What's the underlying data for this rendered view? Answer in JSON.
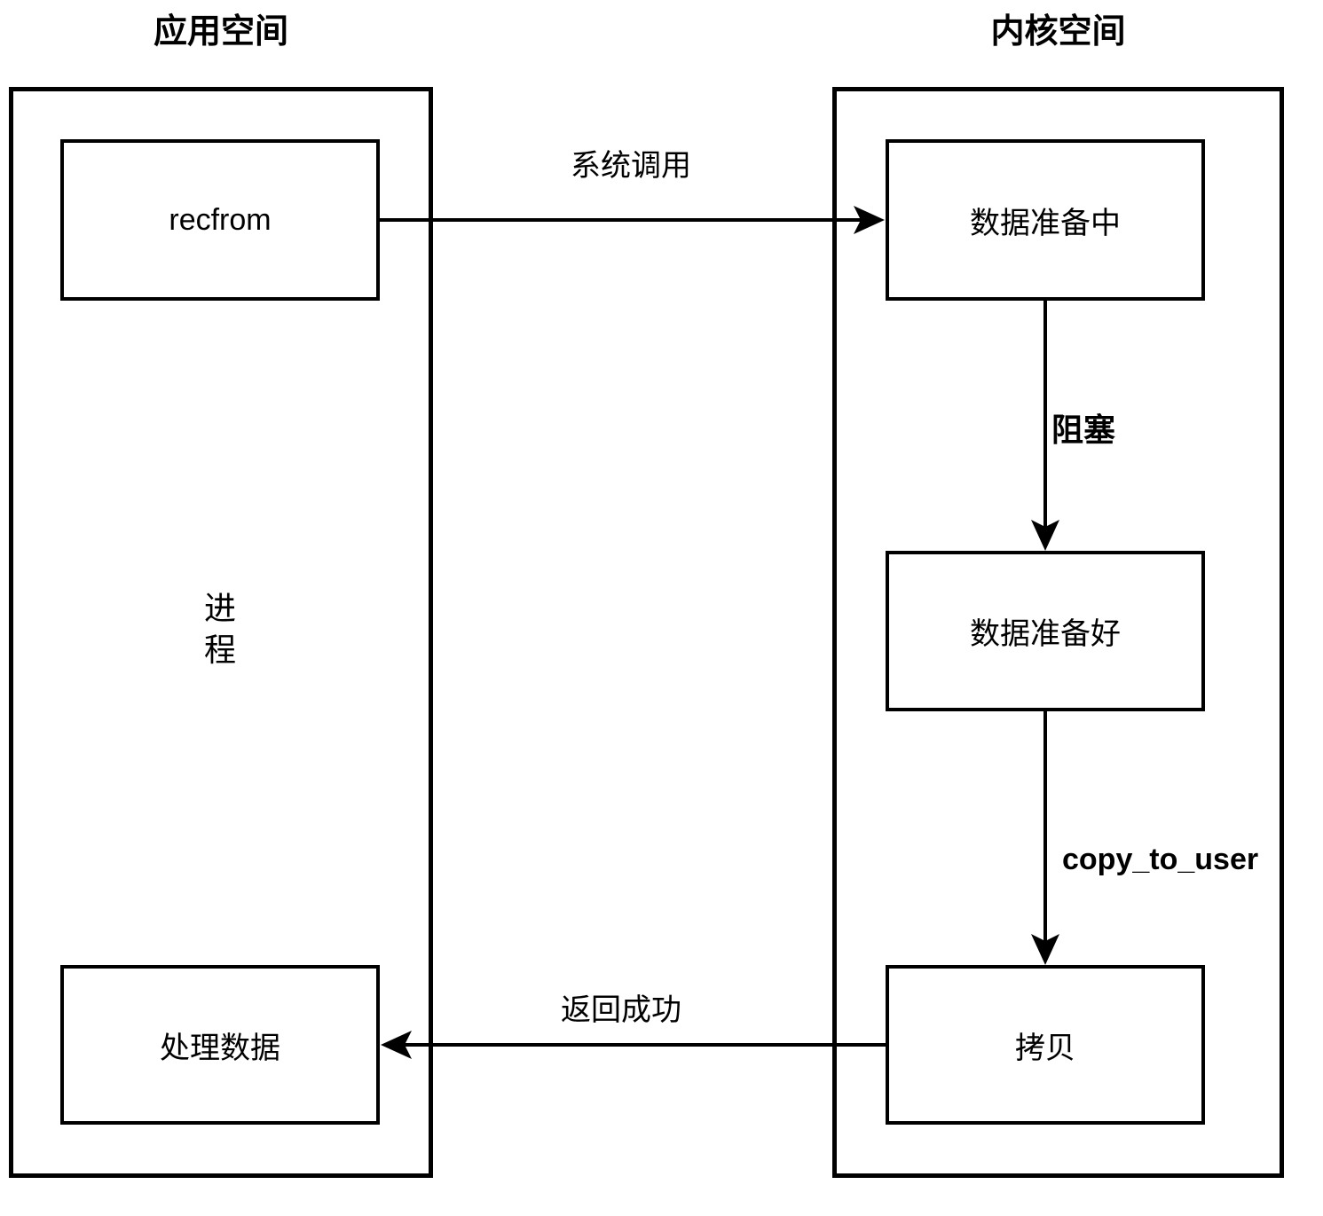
{
  "colors": {
    "ink": "#000000",
    "background": "#ffffff"
  },
  "left_region": {
    "title": "应用空间",
    "recfrom_box": {
      "label": "recfrom"
    },
    "process_data_box": {
      "label": "处理数据"
    },
    "process_label": {
      "char_top": "进",
      "char_bottom": "程"
    }
  },
  "right_region": {
    "title": "内核空间",
    "data_preparing_box": {
      "label": "数据准备中"
    },
    "data_ready_box": {
      "label": "数据准备好"
    },
    "copy_box": {
      "label": "拷贝"
    }
  },
  "arrows": {
    "system_call": {
      "label": "系统调用",
      "from": "recfrom",
      "to": "数据准备中",
      "direction": "right"
    },
    "blocking": {
      "label": "阻塞",
      "from": "数据准备中",
      "to": "数据准备好",
      "direction": "down"
    },
    "copy_to_user": {
      "label": "copy_to_user",
      "from": "数据准备好",
      "to": "拷贝",
      "direction": "down"
    },
    "return_success": {
      "label": "返回成功",
      "from": "拷贝",
      "to": "处理数据",
      "direction": "left"
    }
  }
}
